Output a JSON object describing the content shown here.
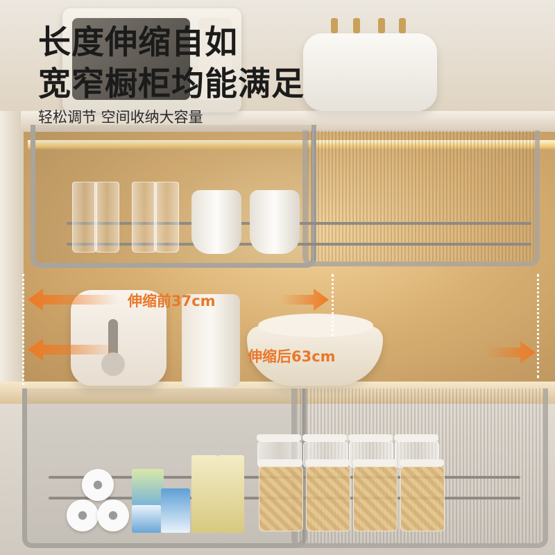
{
  "headline": {
    "line1": "长度伸缩自如",
    "line2": "宽窄橱柜均能满足"
  },
  "subline": "轻松调节 空间收纳大容量",
  "dimensions": {
    "before_label": "伸缩前37cm",
    "after_label": "伸缩后63cm"
  },
  "colors": {
    "arrow": "#ee7a24",
    "headline_text": "#1b1b1b",
    "rack_frame": "#a8a49e"
  }
}
